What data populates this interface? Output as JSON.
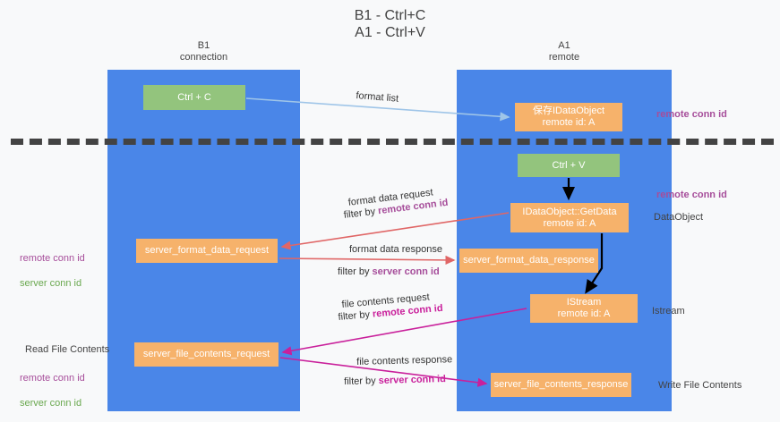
{
  "diagram": {
    "title": "B1 - Ctrl+C\nA1 - Ctrl+V",
    "lanes": [
      {
        "id": "b1",
        "heading": "B1\nconnection"
      },
      {
        "id": "a1",
        "heading": "A1\nremote"
      }
    ],
    "nodes": {
      "ctrl_c": "Ctrl + C",
      "data_object": "保存IDataObject\nremote id: A",
      "ctrl_v": "Ctrl + V",
      "get_data": "IDataObject::GetData\nremote id: A",
      "server_format_data_request": "server_format_data_request",
      "server_format_data_response": "server_format_data_response",
      "istream": "IStream\nremote id: A",
      "server_file_contents_request": "server_file_contents_request",
      "server_file_contents_response": "server_file_contents_response"
    },
    "edges": {
      "format_list": "format list",
      "format_data_request": "format data request",
      "format_data_request_filter_prefix": "filter by ",
      "format_data_request_filter_key": "remote conn id",
      "format_data_response": "format data response",
      "format_data_response_filter_prefix": "filter by ",
      "format_data_response_filter_key": "server conn id",
      "file_contents_request": "file contents request",
      "file_contents_request_filter_prefix": "filter by ",
      "file_contents_request_filter_key": "remote conn id",
      "file_contents_response": "file contents response",
      "file_contents_response_filter_prefix": "filter by ",
      "file_contents_response_filter_key": "server conn id"
    },
    "annotations": {
      "remote_conn_id_top": "remote conn id",
      "remote_conn_id_mid": "remote conn id",
      "data_object": "DataObject",
      "istream": "Istream",
      "write_file_contents": "Write File Contents",
      "read_file_contents": "Read File Contents",
      "left_remote_conn_id": "remote conn id",
      "left_server_conn_id": "server conn id",
      "left_remote_conn_id_2": "remote conn id",
      "left_server_conn_id_2": "server conn id"
    },
    "colors": {
      "lane": "#4a86e8",
      "node_green": "#93c47d",
      "node_orange": "#f6b26b",
      "remote_conn_id": "#a64d9a",
      "server_conn_id": "#6aa84f",
      "arrow_blue": "#9fc5e8",
      "arrow_red": "#e06666",
      "arrow_magenta": "#c9209b",
      "arrow_black": "#000000",
      "divider": "#434343",
      "background": "#f8f9fa"
    }
  }
}
